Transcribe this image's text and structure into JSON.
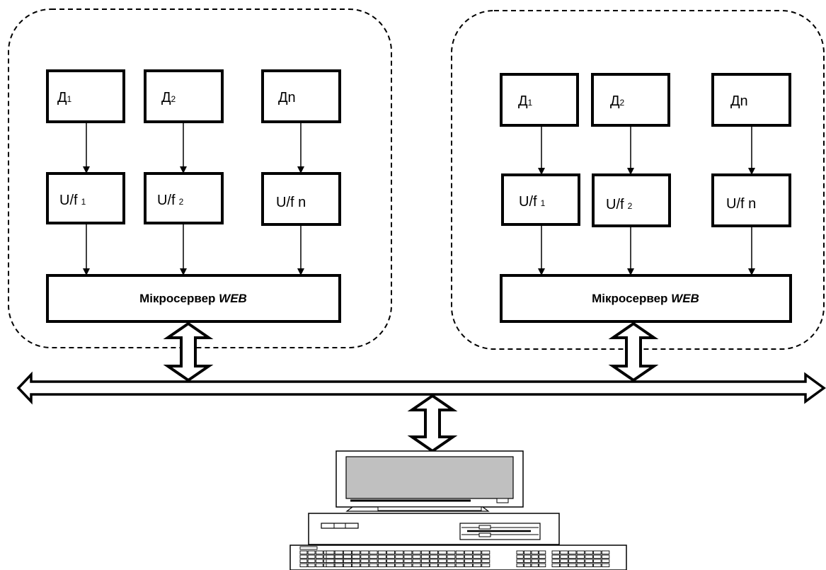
{
  "nodes": [
    {
      "sensors": [
        {
          "base": "Д",
          "sub": "1"
        },
        {
          "base": "Д",
          "sub": "2"
        },
        {
          "base": "Дn",
          "sub": ""
        }
      ],
      "converters": [
        {
          "base": "U/f",
          "sub": "1"
        },
        {
          "base": "U/f",
          "sub": "2"
        },
        {
          "base": "U/f n",
          "sub": ""
        }
      ],
      "server": {
        "label": "Мікросервер",
        "web": "WEB"
      }
    },
    {
      "sensors": [
        {
          "base": "Д",
          "sub": "1"
        },
        {
          "base": "Д",
          "sub": "2"
        },
        {
          "base": "Дn",
          "sub": ""
        }
      ],
      "converters": [
        {
          "base": "U/f",
          "sub": "1"
        },
        {
          "base": "U/f",
          "sub": "2"
        },
        {
          "base": "U/f n",
          "sub": ""
        }
      ],
      "server": {
        "label": "Мікросервер",
        "web": "WEB"
      }
    }
  ]
}
